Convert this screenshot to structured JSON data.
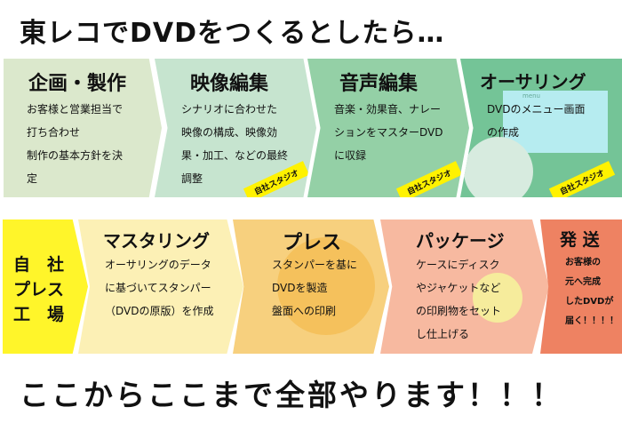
{
  "headline": "東レコでDVDをつくるとしたら…",
  "slogan": "ここからここまで全部やります！！！",
  "top_row": [
    {
      "title": "企画・製作",
      "lines": [
        "お客様と営業担当で",
        "打ち合わせ",
        "制作の基本方針を決",
        "定"
      ],
      "color": "#dbe8cc"
    },
    {
      "title": "映像編集",
      "lines": [
        "シナリオに合わせた",
        "映像の構成、映像効",
        "果・加工、などの最終",
        "調整"
      ],
      "badge": "自社スタジオ",
      "color": "#c6e4cf"
    },
    {
      "title": "音声編集",
      "lines": [
        "音楽・効果音、ナレー",
        "ションをマスターDVD",
        "に収録"
      ],
      "badge": "自社スタジオ",
      "color": "#94d0a6"
    },
    {
      "title": "オーサリング",
      "lines": [
        "DVDのメニュー画面",
        "の作成"
      ],
      "badge": "自社スタジオ",
      "menu_label": "menu",
      "color": "#74c497"
    }
  ],
  "bottom_row": {
    "label_lines": [
      "自　社",
      "プレス",
      "工　場"
    ],
    "steps": [
      {
        "title": "マスタリング",
        "lines": [
          "オーサリングのデータ",
          "に基づいてスタンパー",
          "（DVDの原版）を作成"
        ],
        "color": "#fcf0b5"
      },
      {
        "title": "プレス",
        "lines": [
          "スタンパーを基に",
          "DVDを製造",
          "盤面への印刷"
        ],
        "color": "#f7d07e"
      },
      {
        "title": "パッケージ",
        "lines": [
          "ケースにディスク",
          "やジャケットなど",
          "の印刷物をセット",
          "し仕上げる"
        ],
        "color": "#f7b9a0"
      },
      {
        "title": "発 送",
        "lines": [
          "お客様の",
          "元へ完成",
          "したDVDが",
          "届く！！！！"
        ],
        "color": "#ee8262"
      }
    ]
  },
  "accent_yellow": "#fff52a"
}
